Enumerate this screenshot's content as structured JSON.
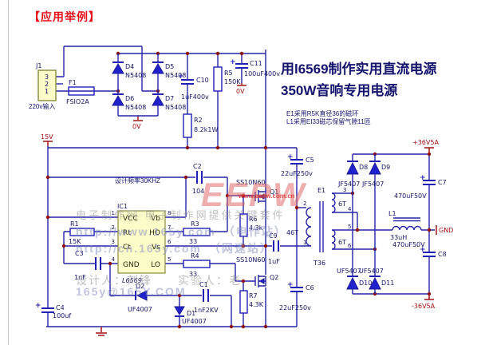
{
  "page": {
    "heading": "【应用举例】"
  },
  "title_block": {
    "line1": "用l6569制作实用直流电源",
    "line2": "350W音响专用电源",
    "note1": "E1采用R5K直径36的磁环",
    "note2": "L1采用EI33磁芯保留气隙11匝",
    "freq": "设计频率30KHZ"
  },
  "nets": {
    "v15": "15V",
    "ov_bridge": "0V",
    "ov_c11": "0V",
    "gnd": "GND",
    "p36": "+36V5A",
    "n36": "-36V5A"
  },
  "parts": {
    "j1": {
      "ref": "J1",
      "val": "220v输入",
      "pin1": "1",
      "pin2": "2",
      "pin3": "3"
    },
    "f1": {
      "ref": "F1",
      "val": "FSIO2A"
    },
    "d4": {
      "ref": "D4",
      "val": "N5408"
    },
    "d5": {
      "ref": "D5",
      "val": "N5408"
    },
    "d6": {
      "ref": "D6",
      "val": "N5408"
    },
    "d7": {
      "ref": "D7",
      "val": "N5408"
    },
    "c10": {
      "ref": "C10",
      "val": "1uF400v"
    },
    "r2": {
      "ref": "R2",
      "val": "8.2k1W"
    },
    "r5": {
      "ref": "R5",
      "val": "150K"
    },
    "c11": {
      "ref": "C11",
      "val": "100uF400v"
    },
    "ic1": {
      "ref": "IC1",
      "val": "L6569",
      "p_vcc": "VCC",
      "p_rt": "Rt",
      "p_ct": "Ct",
      "p_gnd": "GND",
      "p_vb": "Vb",
      "p_ho": "HO",
      "p_vs": "Vs",
      "p_lo": "LO",
      "n1": "1",
      "n2": "2",
      "n3": "3",
      "n4": "4",
      "n5": "5",
      "n6": "6",
      "n7": "7",
      "n8": "8"
    },
    "r1": {
      "ref": "R1",
      "val": "15K"
    },
    "c3": {
      "ref": "C3",
      "val": "1nF"
    },
    "c2": {
      "ref": "C2",
      "val": "104"
    },
    "r3": {
      "ref": "R3",
      "val": "33"
    },
    "r4": {
      "ref": "R4",
      "val": "33"
    },
    "r6": {
      "ref": "R6",
      "val": "4.3k"
    },
    "r7": {
      "ref": "R7",
      "val": "4.3K"
    },
    "q1": {
      "ref": "Q1",
      "val": "SS10N60"
    },
    "q2": {
      "ref": "Q2",
      "val": "SS10N60"
    },
    "c5": {
      "ref": "C5",
      "val": "22uF250v"
    },
    "c6": {
      "ref": "C6",
      "val": "22uF250v"
    },
    "c9": {
      "ref": "C9",
      "val": "1uF"
    },
    "c4": {
      "ref": "C4",
      "val": "100uf"
    },
    "d2": {
      "ref": "D2",
      "val": "UF4007"
    },
    "d1": {
      "ref": "D1",
      "val": "UF4007"
    },
    "c1": {
      "ref": "C1",
      "val": "1nF2KV"
    },
    "e1": {
      "ref": "E1",
      "val": "T36",
      "pri": "46T",
      "sec1": "6T",
      "sec2": "6T",
      "p1": "1",
      "p2": "2",
      "p3": "3",
      "p4": "4",
      "p5": "5",
      "p6": "6"
    },
    "d8": {
      "ref": "D8",
      "val": "JF5407"
    },
    "d9": {
      "ref": "D9",
      "val": "JF5407"
    },
    "d10": {
      "ref": "D10",
      "val": "UF5407"
    },
    "d11": {
      "ref": "D11",
      "val": "UF5407"
    },
    "c7": {
      "ref": "C7",
      "val": "470uF50V"
    },
    "c8": {
      "ref": "C8",
      "val": "470uF50V"
    },
    "l1": {
      "ref": "L1",
      "val": "33uH"
    }
  },
  "watermarks": {
    "eepw": "EEPW",
    "eepw_site": "www.eepw.com.cn",
    "line1": "电子制作网 电子制作网提供关键套件",
    "line2": "http://www.165y.com　（电作站）",
    "line3": "http://cn.165y.com　（网速站）",
    "line4": "设计人：刘锋　　实验人：老",
    "line5": "165y@165Y.COM"
  },
  "colors": {
    "wire": "#2525a8",
    "component_blue": "#2222cc",
    "net_red": "#a31212",
    "title_red": "#e51119",
    "ic_fill": "#fcfcc8"
  }
}
